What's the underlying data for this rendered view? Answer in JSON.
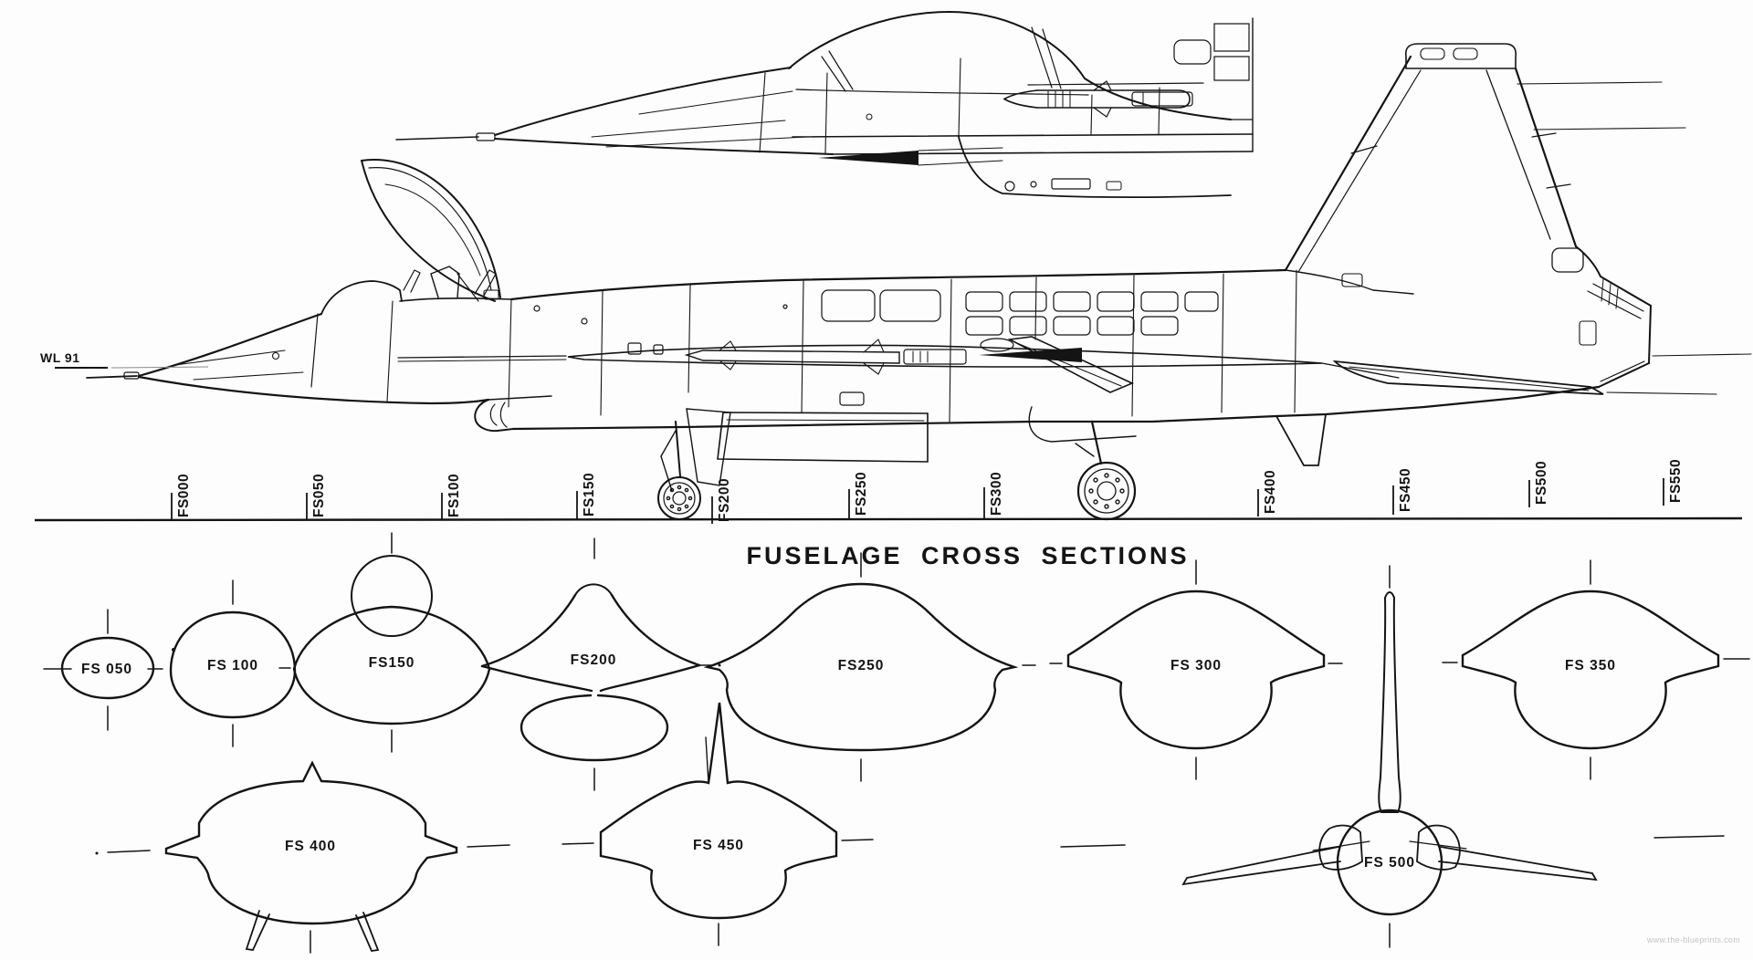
{
  "title": "FUSELAGE CROSS SECTIONS",
  "waterline": {
    "label": "WL 91"
  },
  "watermark": "www.the-blueprints.com",
  "colors": {
    "ink": "#141414",
    "paper": "#fdfdfd",
    "watermark": "#c4c4c4"
  },
  "station_labels": [
    "FS000",
    "FS050",
    "FS100",
    "FS150",
    "FS200",
    "FS250",
    "FS300",
    "FS400",
    "FS450",
    "FS500",
    "FS550"
  ],
  "cross_section_labels": [
    "FS 050",
    "FS 100",
    "FS150",
    "FS200",
    "FS250",
    "FS 300",
    "FS 350",
    "FS 400",
    "FS 450",
    "FS 500"
  ]
}
